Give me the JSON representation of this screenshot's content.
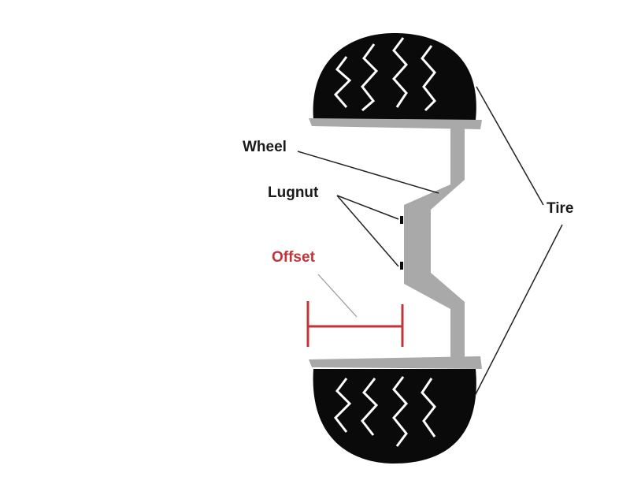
{
  "labels": {
    "wheel": "Wheel",
    "lugnut": "Lugnut",
    "offset": "Offset",
    "tire": "Tire"
  },
  "colors": {
    "tire": "#0a0a0a",
    "wheel": "#a9a9a9",
    "offset": "#c0343a",
    "tread": "#ffffff"
  }
}
